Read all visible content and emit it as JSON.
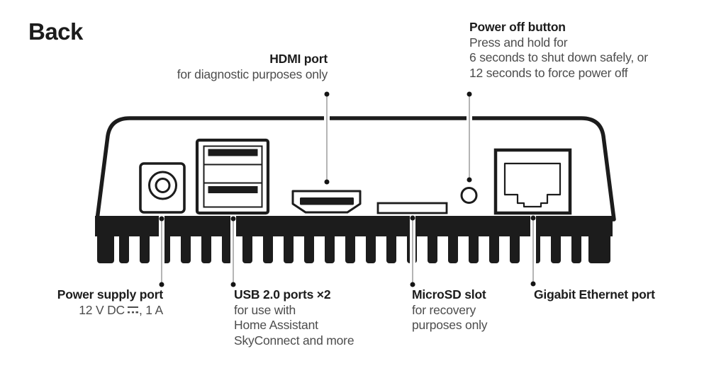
{
  "page": {
    "title": "Back"
  },
  "colors": {
    "ink": "#1c1c1c",
    "secondary_text": "#4c4c4c",
    "leader_line": "#b5b5b5",
    "background": "#ffffff"
  },
  "callouts": {
    "hdmi": {
      "title": "HDMI port",
      "lines": [
        "for diagnostic purposes only"
      ]
    },
    "power_off": {
      "title": "Power off button",
      "lines": [
        "Press and hold for",
        "6 seconds to shut down safely, or",
        "12 seconds to force power off"
      ]
    },
    "power_supply": {
      "title": "Power supply port",
      "spec_before_symbol": "12 V DC",
      "spec_after_symbol": ", 1 A"
    },
    "usb": {
      "title": "USB 2.0 ports ×2",
      "lines": [
        "for use with",
        "Home Assistant",
        "SkyConnect and more"
      ]
    },
    "microsd": {
      "title": "MicroSD slot",
      "lines": [
        "for recovery",
        "purposes only"
      ]
    },
    "ethernet": {
      "title": "Gigabit Ethernet port"
    }
  }
}
